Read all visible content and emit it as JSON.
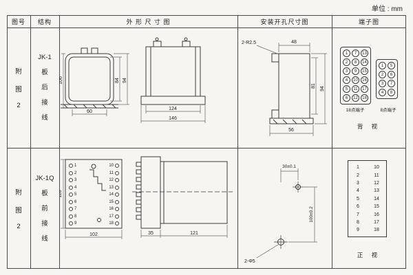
{
  "unit_label": "单位 : mm",
  "headers": {
    "fig_no": "图号",
    "structure": "结构",
    "outline": "外 形 尺 寸 图",
    "mounting": "安装开孔尺寸图",
    "terminal": "端子图"
  },
  "row1": {
    "fig": [
      "附",
      "图",
      "2"
    ],
    "structure_model": "JK-1",
    "structure_chars": [
      "板",
      "后",
      "接",
      "线"
    ],
    "outline": {
      "d106": "106",
      "d84": "84",
      "d94": "94",
      "d60": "60",
      "d124": "124",
      "d146": "146"
    },
    "mounting": {
      "radius_label": "2-R2.5",
      "d48": "48",
      "d81": "81",
      "d94": "94",
      "d56": "56"
    },
    "terminal": {
      "grid18": [
        "1",
        "7",
        "13",
        "2",
        "8",
        "14",
        "3",
        "9",
        "15",
        "4",
        "10",
        "16",
        "5",
        "11",
        "17",
        "6",
        "12",
        "18"
      ],
      "grid8": [
        "1",
        "5",
        "2",
        "6",
        "3",
        "7",
        "4",
        "8"
      ],
      "label18": "18点端子",
      "label8": "8点端子",
      "view": "背 视"
    }
  },
  "row2": {
    "fig": [
      "附",
      "图",
      "2"
    ],
    "structure_model": "JK-1Q",
    "structure_chars": [
      "板",
      "前",
      "接",
      "线"
    ],
    "outline": {
      "d118": "118",
      "d102": "102",
      "d35": "35",
      "d121": "121",
      "left_terms": [
        "1",
        "2",
        "3",
        "4",
        "5",
        "6",
        "7",
        "8",
        "9"
      ],
      "right_terms": [
        "10",
        "11",
        "12",
        "13",
        "14",
        "15",
        "16",
        "17",
        "18"
      ]
    },
    "mounting": {
      "d30": "30±0.1",
      "d100": "100±0.2",
      "holes": "2-Φ5"
    },
    "terminal": {
      "left": [
        "1",
        "2",
        "3",
        "4",
        "5",
        "6",
        "7",
        "8",
        "9"
      ],
      "right": [
        "10",
        "11",
        "12",
        "13",
        "14",
        "15",
        "16",
        "17",
        "18"
      ],
      "view": "正 视"
    }
  }
}
